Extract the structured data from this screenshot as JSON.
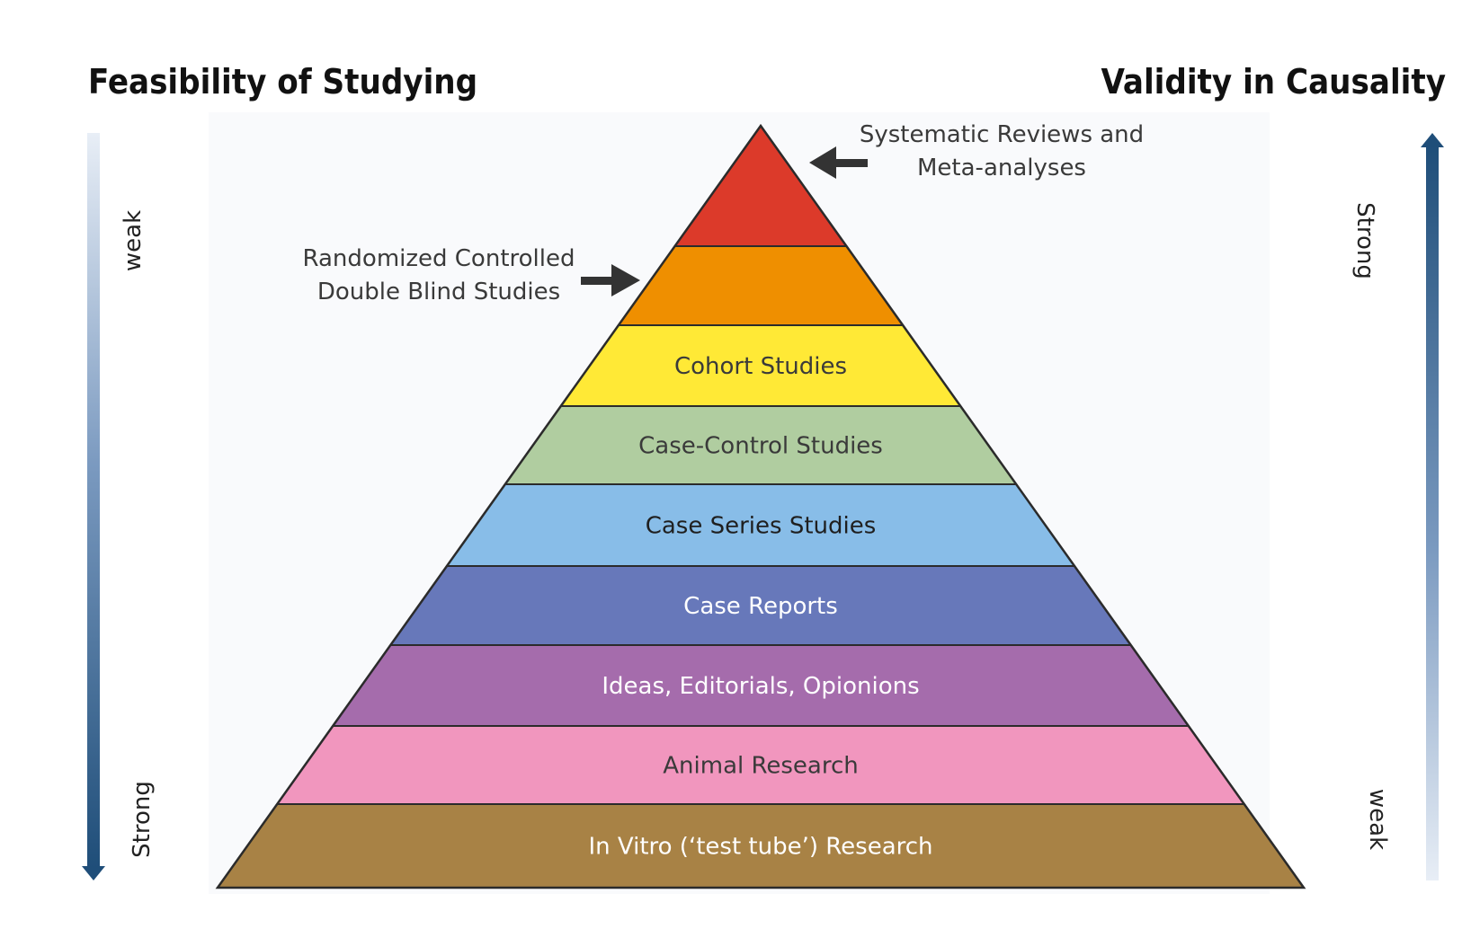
{
  "left_scale": {
    "title": "Feasibility of Studying",
    "top_word": "weak",
    "bottom_word": "Strong",
    "arrow_color": "#1f4e79"
  },
  "right_scale": {
    "title": "Validity in Causality",
    "top_word": "Strong",
    "bottom_word": "weak",
    "arrow_color": "#1f4e79"
  },
  "callouts": {
    "systematic": [
      "Systematic Reviews and",
      "Meta-analyses"
    ],
    "randomized": [
      "Randomized Controlled",
      "Double Blind Studies"
    ]
  },
  "tiers": [
    {
      "label": "",
      "color": "#dc3a2a",
      "text_color": "#ffffff"
    },
    {
      "label": "",
      "color": "#ef8f00",
      "text_color": "#ffffff"
    },
    {
      "label": "Cohort Studies",
      "color": "#ffe936",
      "text_color": "#3a3a3a"
    },
    {
      "label": "Case-Control Studies",
      "color": "#b0cda0",
      "text_color": "#3a3a3a"
    },
    {
      "label": "Case Series Studies",
      "color": "#88bde8",
      "text_color": "#1f1f1f"
    },
    {
      "label": "Case Reports",
      "color": "#6778ba",
      "text_color": "#ffffff"
    },
    {
      "label": "Ideas, Editorials, Opionions",
      "color": "#a56cac",
      "text_color": "#ffffff"
    },
    {
      "label": "Animal Research",
      "color": "#f196be",
      "text_color": "#3a3a3a"
    },
    {
      "label": "In Vitro (‘test tube’) Research",
      "color": "#a88245",
      "text_color": "#ffffff"
    }
  ]
}
